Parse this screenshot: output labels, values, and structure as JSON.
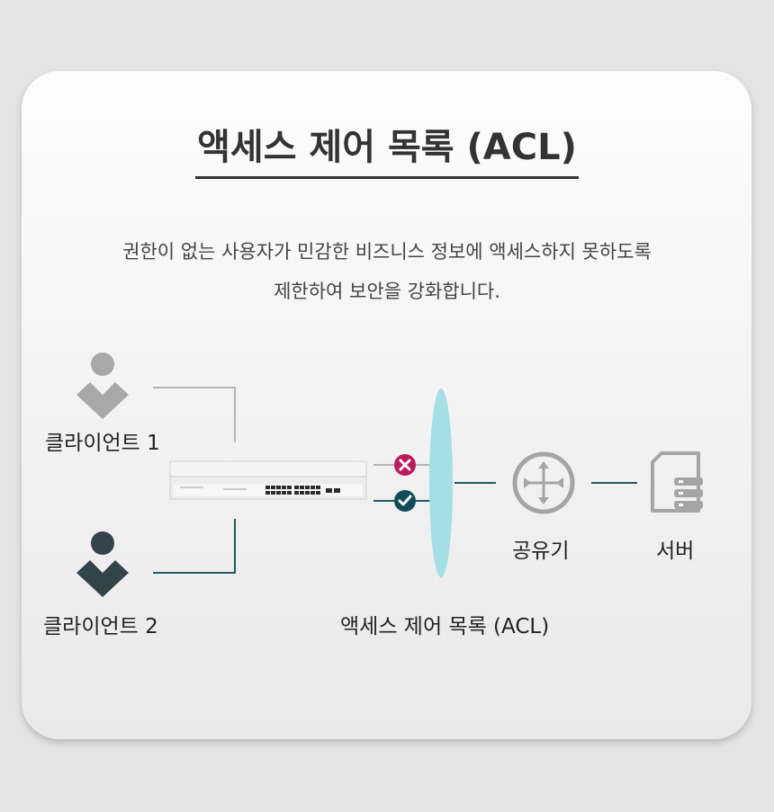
{
  "title": "액세스 제어 목록 (ACL)",
  "description": {
    "line1": "권한이 없는 사용자가 민감한 비즈니스 정보에 액세스하지 못하도록",
    "line2": "제한하여 보안을 강화합니다."
  },
  "nodes": {
    "client1": "클라이언트 1",
    "client2": "클라이언트 2",
    "router": "공유기",
    "server": "서버",
    "acl": "액세스 제어 목록 (ACL)"
  },
  "colors": {
    "client1": "#a8a8a8",
    "client2": "#33434a",
    "denied": "#c0185c",
    "allowed": "#0e4d58",
    "acl_shield": "#a3dfe5",
    "gray_line": "#b5b5b5",
    "teal_line": "#205a63"
  },
  "icons": {
    "client": "person-icon",
    "switch": "network-switch-icon",
    "denied": "close-circle-icon",
    "allowed": "check-circle-icon",
    "router": "router-icon",
    "server": "server-icon"
  }
}
